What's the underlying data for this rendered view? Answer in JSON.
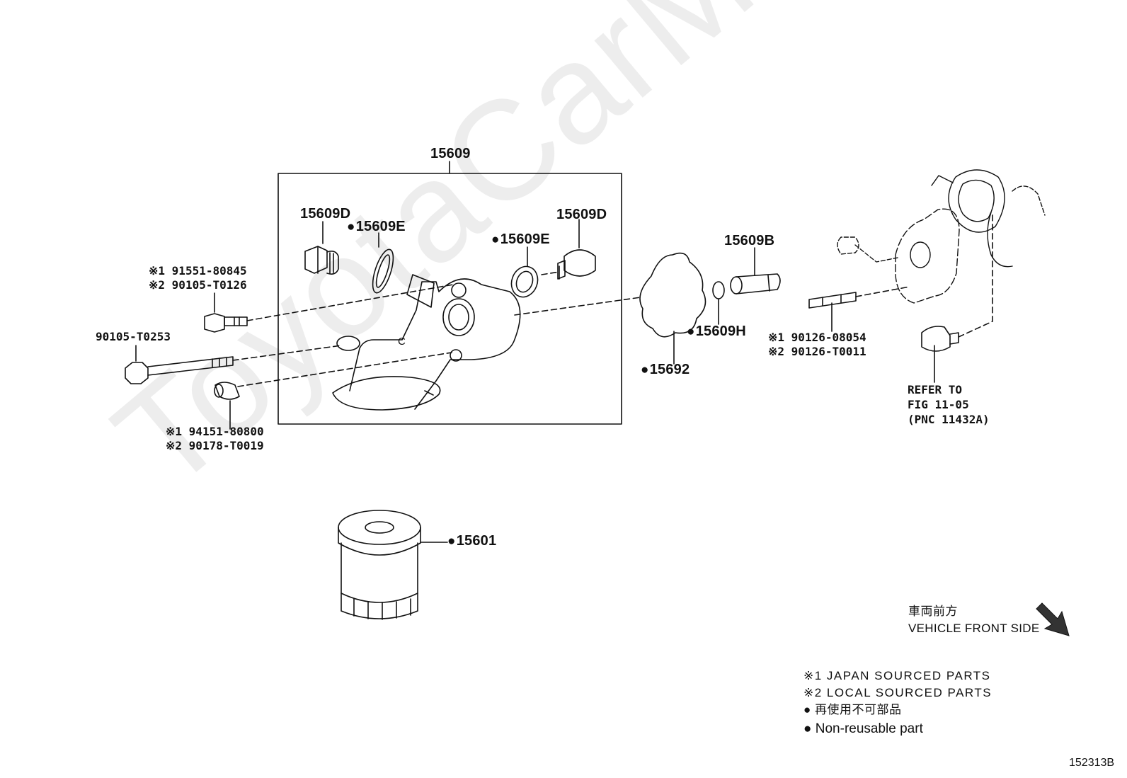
{
  "watermark": "ToyotaCarMine.ru",
  "assembly": {
    "label": "15609"
  },
  "parts": {
    "p15609D_left": "15609D",
    "p15609E_left": "15609E",
    "p15609E_right": "15609E",
    "p15609D_right": "15609D",
    "p15609B": "15609B",
    "p15609H": "15609H",
    "p15692": "15692",
    "p15601": "15601"
  },
  "bolt_top": {
    "line1": "※1 91551-80845",
    "line2": "※2 90105-T0126"
  },
  "bolt_long": {
    "label": "90105-T0253"
  },
  "collar": {
    "line1": "※1 94151-80800",
    "line2": "※2 90178-T0019"
  },
  "stud": {
    "line1": "※1 90126-08054",
    "line2": "※2 90126-T0011"
  },
  "refer": {
    "line1": "REFER TO",
    "line2": "FIG 11-05",
    "line3": "(PNC 11432A)"
  },
  "direction": {
    "jp": "車両前方",
    "en": "VEHICLE FRONT SIDE"
  },
  "legend": {
    "line1": "※1 JAPAN SOURCED PARTS",
    "line2": "※2 LOCAL SOURCED PARTS",
    "line3": "再使用不可部品",
    "line4": "Non-reusable part"
  },
  "figure_code": "152313B"
}
